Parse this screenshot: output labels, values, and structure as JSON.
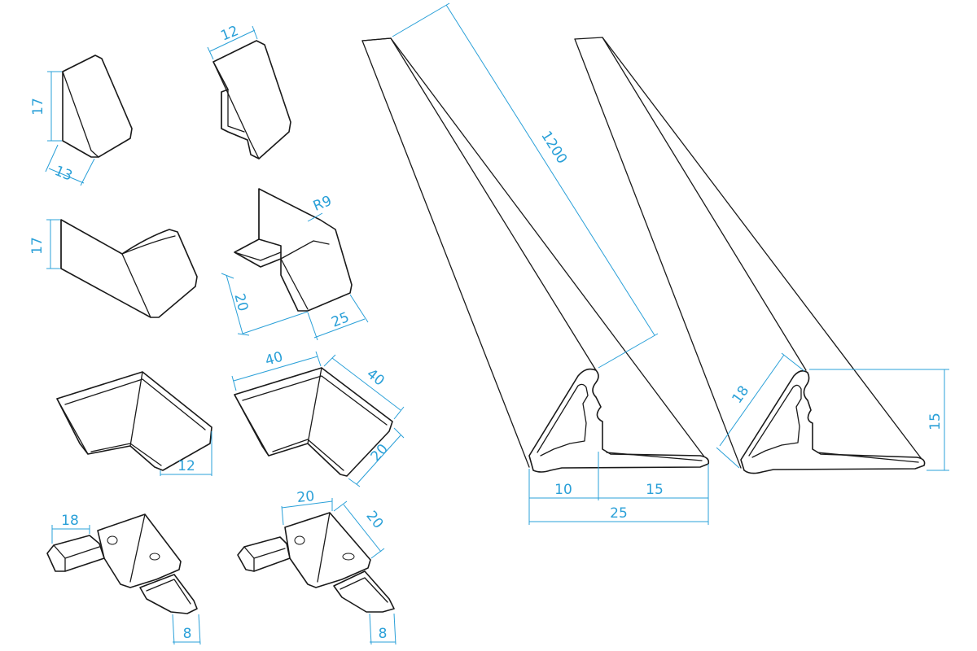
{
  "colors": {
    "outline": "#1a1a1a",
    "dimension": "#2aa0d8",
    "background": "#ffffff"
  },
  "parts": [
    {
      "id": "end-cap-left",
      "dimensions": [
        "17",
        "13"
      ]
    },
    {
      "id": "end-cap-right",
      "dimensions": [
        "12"
      ]
    },
    {
      "id": "end-cap-curved",
      "dimensions": [
        "17"
      ]
    },
    {
      "id": "end-cap-tabbed",
      "dimensions": [
        "R9",
        "20",
        "25"
      ]
    },
    {
      "id": "inner-corner",
      "dimensions": [
        "12"
      ]
    },
    {
      "id": "outer-corner",
      "dimensions": [
        "40",
        "40",
        "20"
      ]
    },
    {
      "id": "connector-small",
      "dimensions": [
        "18",
        "8"
      ]
    },
    {
      "id": "connector-large",
      "dimensions": [
        "20",
        "20",
        "8"
      ]
    },
    {
      "id": "profile-large",
      "dimensions": [
        "1200",
        "10",
        "15",
        "25"
      ]
    },
    {
      "id": "profile-small",
      "dimensions": [
        "18",
        "15"
      ]
    }
  ]
}
